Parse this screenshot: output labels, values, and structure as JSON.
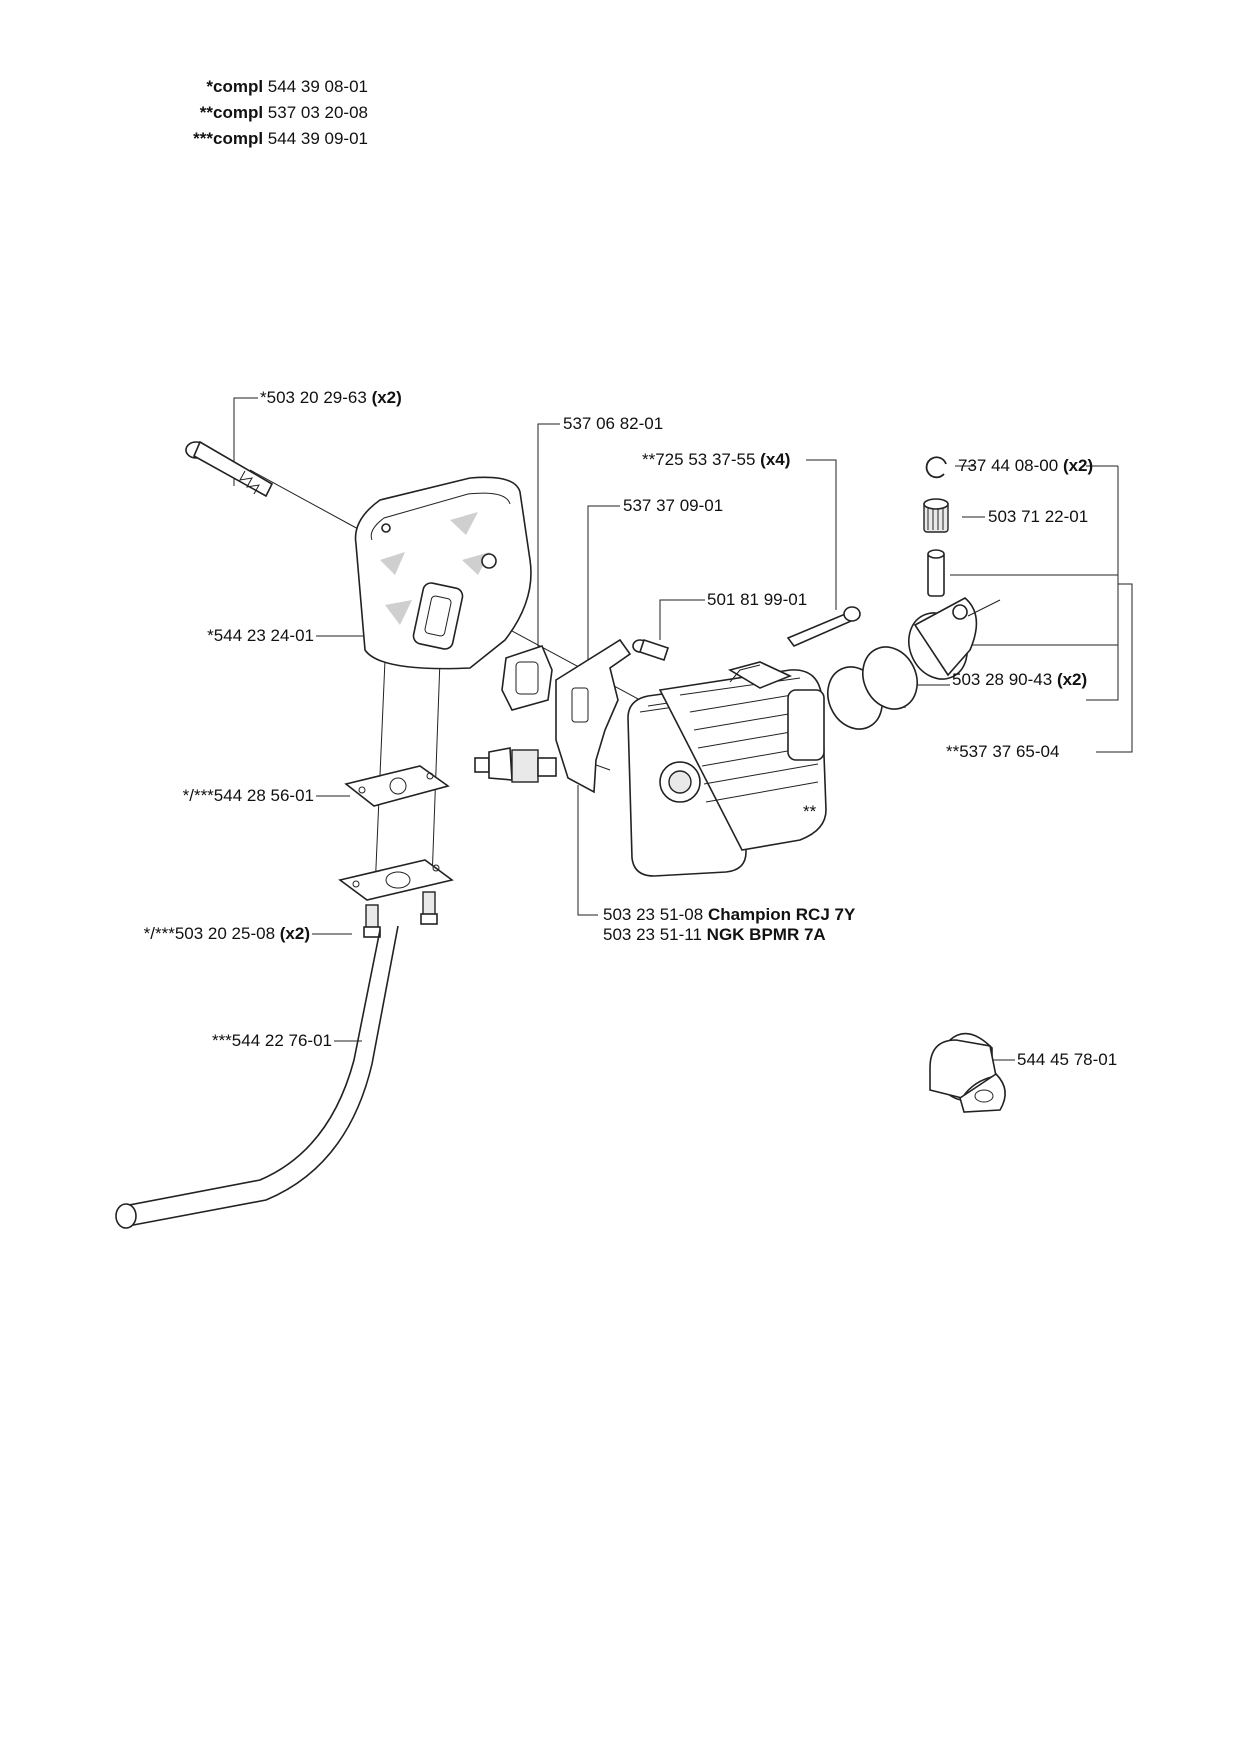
{
  "compl": [
    {
      "prefix": "*compl",
      "number": "544 39 08-01"
    },
    {
      "prefix": "**compl",
      "number": "537 03 20-08"
    },
    {
      "prefix": "***compl",
      "number": "544 39 09-01"
    }
  ],
  "labels": {
    "bolt": {
      "number": "*503 20 29-63",
      "qty": "(x2)"
    },
    "gasket_top": {
      "number": "537 06 82-01"
    },
    "screw_cyl": {
      "number": "**725 53 37-55",
      "qty": "(x4)"
    },
    "circlip": {
      "number": "737 44 08-00",
      "qty": "(x2)"
    },
    "plate": {
      "number": "537 37 09-01"
    },
    "bearing": {
      "number": "503 71 22-01"
    },
    "screw_small": {
      "number": "501 81 99-01"
    },
    "muffler": {
      "number": "*544 23 24-01"
    },
    "rings": {
      "number": "503 28 90-43",
      "qty": "(x2)"
    },
    "kit": {
      "number": "**537 37 65-04"
    },
    "cylinder": {
      "number": "**"
    },
    "bracket_top": {
      "number": "*/***544 28 56-01"
    },
    "spark_plug": {
      "line1_number": "503 23 51-08",
      "line1_name": "Champion RCJ 7Y",
      "line2_number": "503 23 51-11",
      "line2_name": "NGK BPMR 7A"
    },
    "screws_bottom": {
      "number": "*/***503 20 25-08",
      "qty": "(x2)"
    },
    "pipe": {
      "number": "***544 22 76-01"
    },
    "clamp": {
      "number": "544 45 78-01"
    }
  }
}
